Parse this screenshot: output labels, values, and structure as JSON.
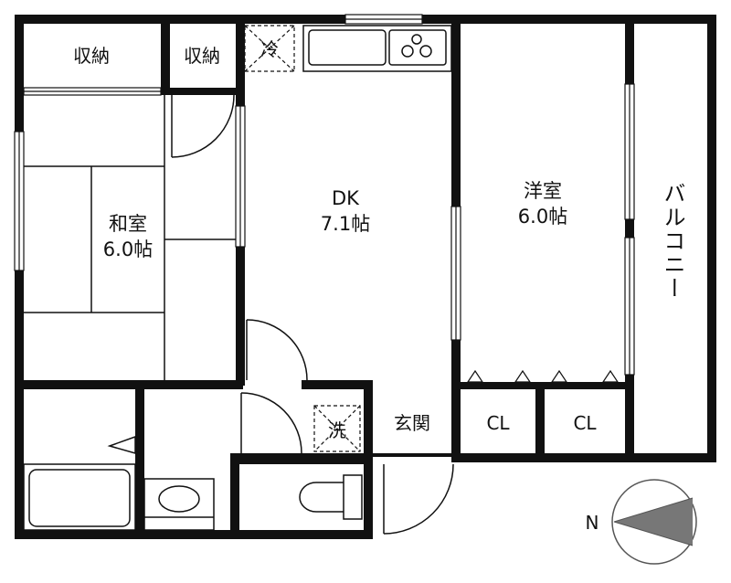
{
  "rooms": {
    "storage_left": "収納",
    "storage_right": "収納",
    "fridge": "冷",
    "japanese_room": {
      "name": "和室",
      "size": "6.0帖"
    },
    "dk": {
      "name": "DK",
      "size": "7.1帖"
    },
    "western_room": {
      "name": "洋室",
      "size": "6.0帖"
    },
    "balcony": "バルコニー",
    "washer": "洗",
    "entrance": "玄関",
    "closet_left": "CL",
    "closet_right": "CL"
  },
  "compass": {
    "north_label": "N"
  }
}
